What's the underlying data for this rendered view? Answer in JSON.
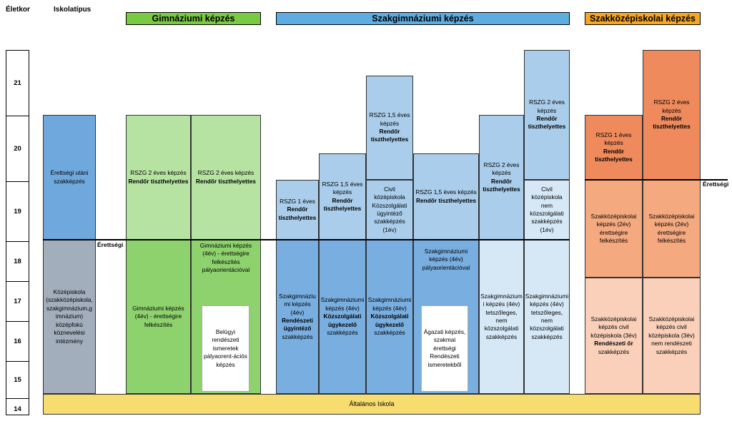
{
  "header": {
    "age_label": "Életkor",
    "school_type_label": "Iskolatípus"
  },
  "banners": {
    "gimnazium": "Gimnáziumi képzés",
    "szakgimnazium": "Szakgimnáziumi képzés",
    "szakkozep": "Szakközépiskolai képzés"
  },
  "ages": [
    "21",
    "20",
    "19",
    "18",
    "17",
    "16",
    "15",
    "14"
  ],
  "labels": {
    "erettsegi_left": "Érettségi",
    "erettsegi_right": "Érettségi"
  },
  "blocks": {
    "erettsegi_utani": "Érettségi utáni szakképzés",
    "kozepiskola": "Középiskola (szakközépiskola, szakgimnázium,g imnázium) középfokú köznevelési intézmény",
    "g1_top_a": "RSZG 2 éves képzés",
    "g1_top_b": "Rendőr tiszthelyettes",
    "g2_top_a": "RSZG 2 éves képzés",
    "g2_top_b": "Rendőr tiszthelyettes",
    "g1_bottom": "Gimnáziumi képzés (4év) - érettségire felkészítés",
    "g2_mid": "Gimnáziumi képzés (4év) - érettségire felkészítés pályaorientációval",
    "belugyi": "Belügyi rendészeti ismeretek pályaorent-ációs képzés",
    "s1_top_a": "RSZG 1 éves",
    "s1_top_b": "Rendőr tiszthelyettes",
    "s1_bottom_a": "Szakgimnáziu mi képzés (4év)",
    "s1_bottom_b": "Rendészeti ügyintéző",
    "s1_bottom_c": "szakképzés",
    "s2_top_a": "RSZG 1,5 éves képzés",
    "s2_top_b": "Rendőr tiszthelyettes",
    "s2_bottom_a": "Szakgimnáziumi képzés (4év)",
    "s2_bottom_b": "Közszolgálati ügykezelő",
    "s2_bottom_c": "szakképzés",
    "s3_top_a": "RSZG 1,5 éves képzés",
    "s3_top_b": "Rendőr tiszthelyettes",
    "s3_civil": "Civil középiskola Közszolgálati ügyintéző szakképzés (1év)",
    "s3_bottom_a": "Szakgimnáziumi képzés (4év)",
    "s3_bottom_b": "Közszolgálati ügykezelő",
    "s3_bottom_c": "szakképzés",
    "s4_top_a": "RSZG 1,5 éves képzés",
    "s4_top_b": "Rendőr tiszthelyettes",
    "s4_mid": "Szakgimnáziumi képzés (4év) pályaorientációval",
    "agazati": "Ágazati képzés, szakmai érettségi Rendészeti ismeretekből",
    "s5_top_a": "RSZG 2 éves képzés",
    "s5_top_b": "Rendőr tiszthelyettes",
    "s5_bottom": "Szakgimnázium i képzés (4év) tetszőleges, nem közszolgálati szakképzés",
    "s6_top_a": "RSZG 2 éves képzés",
    "s6_top_b": "Rendőr tiszthelyettes",
    "s6_civil": "Civil középiskola nem közszolgálati szakképzés (1év)",
    "s6_bottom": "Szakgimnáziumi képzés (4év) tetszőleges, nem közszolgálati szakképzés",
    "k1_top_a": "RSZG 1 éves képzés",
    "k1_top_b": "Rendőr tiszthelyettes",
    "k2_top_a": "RSZG 2 éves képzés",
    "k2_top_b": "Rendőr tiszthelyettes",
    "k1_mid": "Szakközépiskolai képzés (2év) érettségire felkészítés",
    "k2_mid": "Szakközépiskolai képzés (2év) érettségire felkészítés",
    "k1_bottom_a": "Szakközépiskolai képzés civil középiskola (3év)",
    "k1_bottom_b": "Rendészeti őr",
    "k1_bottom_c": "szakképzés",
    "k2_bottom": "Szakközépiskolai képzés civil középiskola (3év) nem rendészeti szakképzés",
    "altalanos": "Általános Iskola"
  }
}
